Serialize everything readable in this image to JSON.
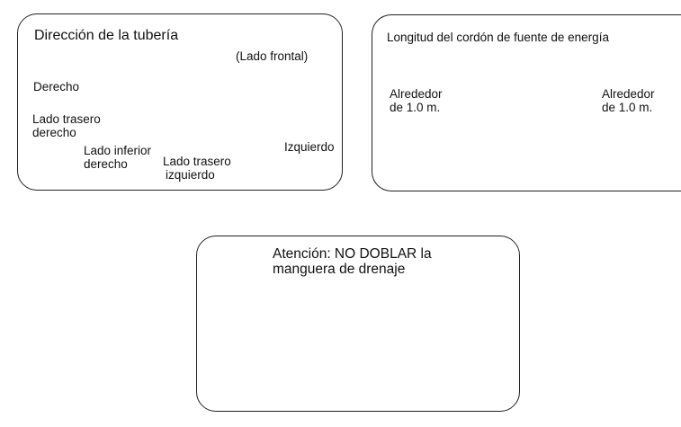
{
  "pipe_panel": {
    "title": "Dirección de la tubería",
    "front_label": "(Lado frontal)",
    "labels": {
      "right": "Derecho",
      "rear_right_1": "Lado trasero",
      "rear_right_2": "derecho",
      "bottom_right_1": "Lado inferior",
      "bottom_right_2": "derecho",
      "rear_left_1": "Lado trasero",
      "rear_left_2": "izquierdo",
      "left": "Izquierdo"
    }
  },
  "cord_panel": {
    "title": "Longitud del cordón de fuente de energía",
    "left_1": "Alrededor",
    "left_2": "de 1.0 m.",
    "right_1": "Alrededor",
    "right_2": "de 1.0 m."
  },
  "warning_panel": {
    "line1": "Atención:  NO DOBLAR la",
    "line2": "manguera de drenaje"
  }
}
